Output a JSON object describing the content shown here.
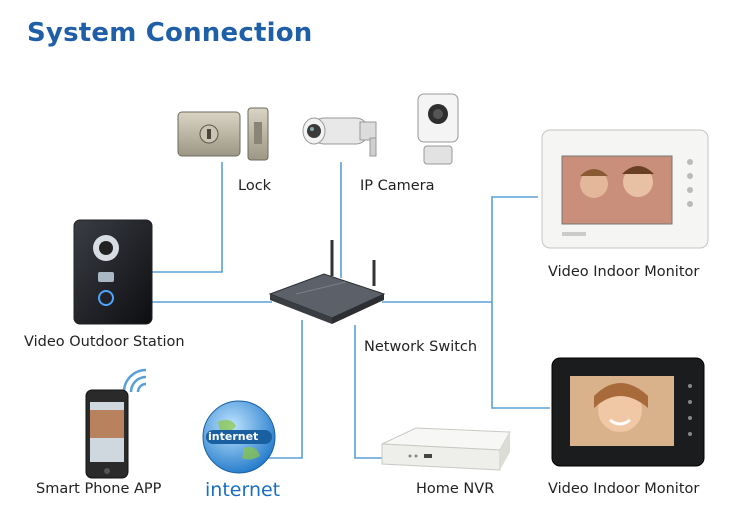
{
  "title": "System Connection",
  "labels": {
    "lock": "Lock",
    "ip_camera": "IP Camera",
    "outdoor_station": "Video Outdoor Station",
    "network_switch": "Network Switch",
    "indoor_monitor_top": "Video Indoor Monitor",
    "indoor_monitor_bottom": "Video Indoor Monitor",
    "smart_phone": "Smart Phone APP",
    "internet": "internet",
    "internet_globe": "internet",
    "home_nvr": "Home NVR"
  },
  "colors": {
    "title": "#1f5fa8",
    "wire": "#5aa0d8",
    "internet_text": "#1a6fc0"
  }
}
